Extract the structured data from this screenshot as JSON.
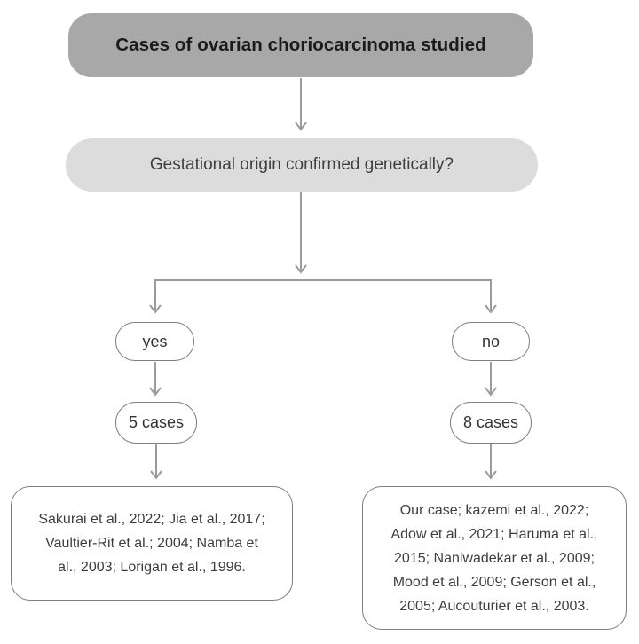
{
  "flowchart": {
    "title_node": "Cases of ovarian choriocarcinoma studied",
    "question_node": "Gestational origin confirmed genetically?",
    "yes_branch": {
      "answer": "yes",
      "count": "5 cases",
      "reference_lines": [
        "Sakurai et al., 2022; Jia et al., 2017;",
        "Vaultier-Rit et al.; 2004; Namba et",
        "al., 2003; Lorigan et al., 1996."
      ]
    },
    "no_branch": {
      "answer": "no",
      "count": "8 cases",
      "reference_lines": [
        "Our case; kazemi et al., 2022;",
        "Adow et al., 2021; Haruma et al.,",
        "2015; Naniwadekar et al., 2009;",
        "Mood et al., 2009; Gerson et al.,",
        "2005; Aucouturier et al., 2003."
      ]
    },
    "colors": {
      "title_fill": "#a8a8a8",
      "question_fill": "#dcdcdc",
      "node_border": "#7d7d7d",
      "arrow": "#9b9b9b",
      "title_text": "#1b1b1b",
      "body_text": "#3e3e3e"
    }
  }
}
